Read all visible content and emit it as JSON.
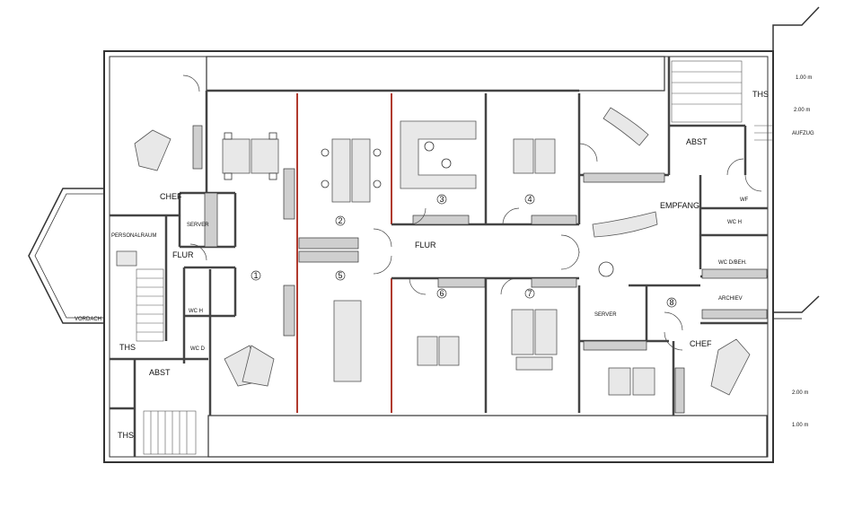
{
  "labels": {
    "chef_left": "CHEF",
    "server_left": "SERVER",
    "personalraum": "PERSONALRAUM",
    "flur_left": "FLUR",
    "wc_h_left": "WC H",
    "wc_d_left": "WC D",
    "ths_left": "THS",
    "abst_left": "ABST",
    "ths_bottom": "THS",
    "vordach": "VORDACH",
    "flur_center": "FLUR",
    "empfang": "EMPFANG",
    "wf": "WF",
    "wc_h_right": "WC H",
    "wc_d_beh": "WC D/BEH.",
    "archiev": "ARCHIEV",
    "server_right": "SERVER",
    "chef_right": "CHEF",
    "abst_right": "ABST",
    "ths_top": "THS",
    "aufzug": "AUFZUG"
  },
  "room_numbers": [
    "1",
    "2",
    "3",
    "4",
    "5",
    "6",
    "7",
    "8"
  ],
  "dimensions": {
    "top_1": "1.00 m",
    "top_2": "2.00 m",
    "bottom_1": "2.00 m",
    "bottom_2": "1.00 m"
  }
}
